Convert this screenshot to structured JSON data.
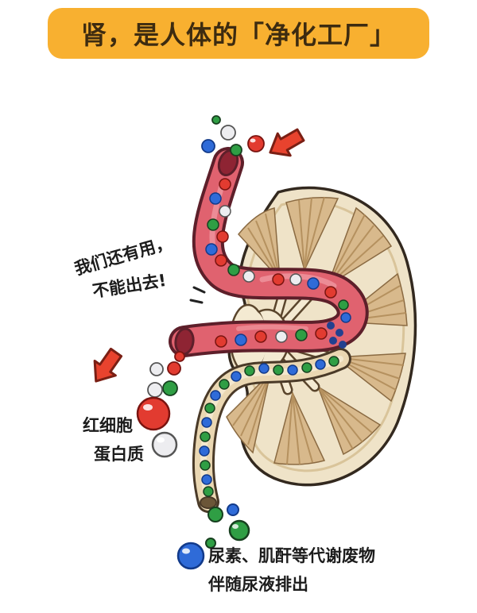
{
  "banner": {
    "title": "肾，是人体的「净化工厂」"
  },
  "annotations": {
    "speech_line1": "我们还有用，",
    "speech_line2": "不能出去!",
    "label_rbc": "红细胞",
    "label_protein": "蛋白质",
    "bottom_line1": "尿素、肌酐等代谢废物",
    "bottom_line2": "伴随尿液排出"
  },
  "icons": {
    "arrow_top": "red-arrow-pointing-down-left",
    "arrow_left": "red-arrow-pointing-down-left"
  },
  "colors": {
    "banner_bg": "#F8B030",
    "banner_text": "#3d2b10",
    "kidney_fill": "#EFE3C8",
    "kidney_outline": "#33291F",
    "pyramid_tan": "#D8B98C",
    "pelvis_cream": "#F4EAD2",
    "artery_red": "#E0626F",
    "artery_outline": "#5D1F2A",
    "ureter_beige": "#EAD7B2",
    "waste_blue": "#2F6BD8",
    "waste_green": "#2F9E44",
    "rbc_red": "#E23B30",
    "protein_white": "#EDEDF0",
    "arrow_red": "#E8432E",
    "label_text": "#1C1C1C"
  }
}
